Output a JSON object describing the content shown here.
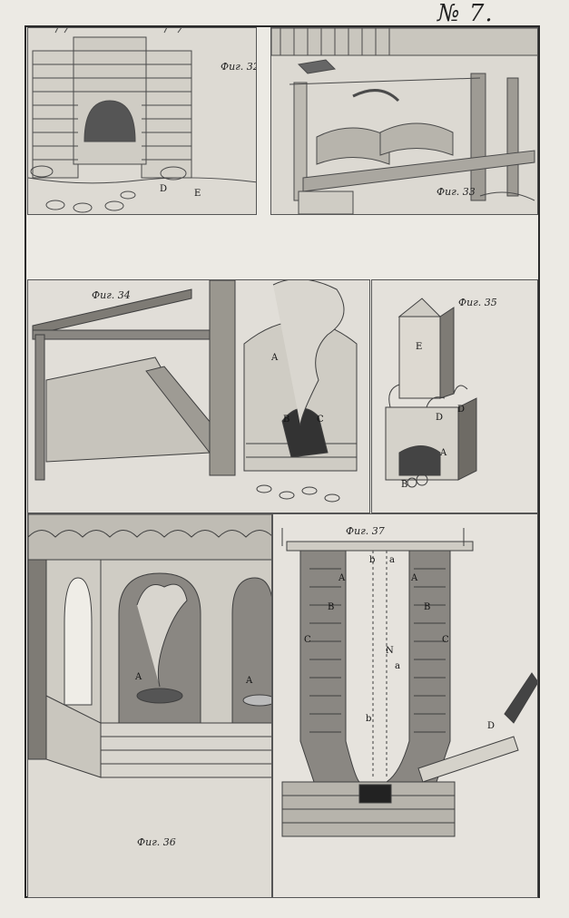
{
  "plate": {
    "number": "№ 7."
  },
  "figures": [
    {
      "id": "32",
      "caption": "Фиг. 32",
      "labels": [
        "D",
        "E"
      ]
    },
    {
      "id": "33",
      "caption": "Фиг. 33",
      "labels": []
    },
    {
      "id": "34",
      "caption": "Фиг. 34",
      "labels": [
        "A",
        "B",
        "C"
      ]
    },
    {
      "id": "35",
      "caption": "Фиг. 35",
      "labels": [
        "E",
        "D",
        "D",
        "A",
        "B"
      ]
    },
    {
      "id": "36",
      "caption": "Фиг. 36",
      "labels": [
        "A",
        "A"
      ]
    },
    {
      "id": "37",
      "caption": "Фиг. 37",
      "labels": [
        "b",
        "a",
        "A",
        "A",
        "B",
        "B",
        "C",
        "C",
        "N",
        "a",
        "b",
        "D"
      ]
    }
  ],
  "colors": {
    "paper": "#eceae4",
    "ink": "#2a2a2a",
    "shade": "#8a8782"
  }
}
